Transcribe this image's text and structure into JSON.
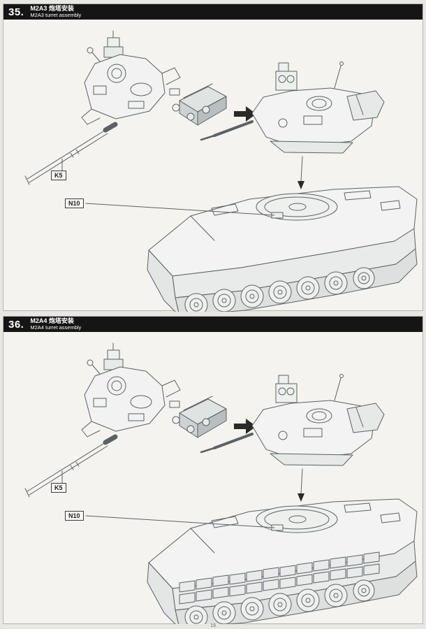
{
  "page": {
    "footer_page_number": "19"
  },
  "steps": [
    {
      "number": "35.",
      "title_cn": "M2A3 炮塔安装",
      "title_en": "M2A3 turret assembly",
      "callouts": {
        "barrel": "K5",
        "hull": "N10"
      }
    },
    {
      "number": "36.",
      "title_cn": "M2A4 炮塔安装",
      "title_en": "M2A4 turret assembly",
      "callouts": {
        "barrel": "K5",
        "hull": "N10"
      }
    }
  ],
  "colors": {
    "header_bar": "#151515",
    "line_art": "#5c6165",
    "paper": "#e8e7e3"
  }
}
